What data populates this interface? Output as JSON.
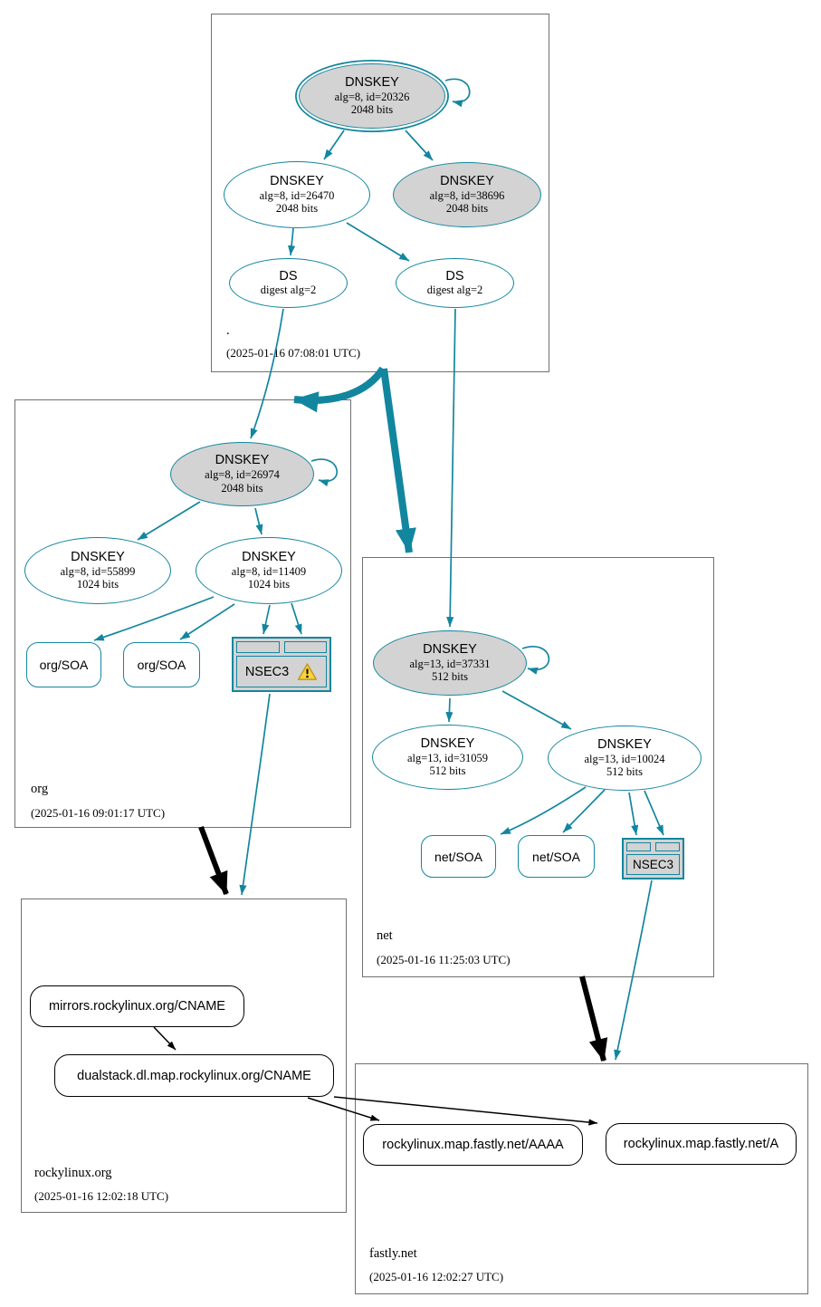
{
  "colors": {
    "secure_teal": "#12869E",
    "node_fill_gray": "#D3D3D3",
    "warning_yellow": "#FBD33A",
    "warning_border": "#C19A1E",
    "zone_box_border": "#707070",
    "black_edge": "#000000"
  },
  "zones": {
    "root": {
      "name": ".",
      "timestamp": "(2025-01-16 07:08:01 UTC)",
      "nodes": {
        "ksk": {
          "title": "DNSKEY",
          "detail1": "alg=8, id=20326",
          "detail2": "2048 bits"
        },
        "zsk": {
          "title": "DNSKEY",
          "detail1": "alg=8, id=26470",
          "detail2": "2048 bits"
        },
        "key38696": {
          "title": "DNSKEY",
          "detail1": "alg=8, id=38696",
          "detail2": "2048 bits"
        },
        "ds_org": {
          "title": "DS",
          "detail1": "digest alg=2"
        },
        "ds_net": {
          "title": "DS",
          "detail1": "digest alg=2"
        }
      }
    },
    "org": {
      "name": "org",
      "timestamp": "(2025-01-16 09:01:17 UTC)",
      "nodes": {
        "ksk": {
          "title": "DNSKEY",
          "detail1": "alg=8, id=26974",
          "detail2": "2048 bits"
        },
        "zsk1": {
          "title": "DNSKEY",
          "detail1": "alg=8, id=55899",
          "detail2": "1024 bits"
        },
        "zsk2": {
          "title": "DNSKEY",
          "detail1": "alg=8, id=11409",
          "detail2": "1024 bits"
        },
        "soa1": {
          "title": "org/SOA"
        },
        "soa2": {
          "title": "org/SOA"
        },
        "nsec3": {
          "title": "NSEC3",
          "has_warning": true
        }
      }
    },
    "net": {
      "name": "net",
      "timestamp": "(2025-01-16 11:25:03 UTC)",
      "nodes": {
        "ksk": {
          "title": "DNSKEY",
          "detail1": "alg=13, id=37331",
          "detail2": "512 bits"
        },
        "zsk1": {
          "title": "DNSKEY",
          "detail1": "alg=13, id=31059",
          "detail2": "512 bits"
        },
        "zsk2": {
          "title": "DNSKEY",
          "detail1": "alg=13, id=10024",
          "detail2": "512 bits"
        },
        "soa1": {
          "title": "net/SOA"
        },
        "soa2": {
          "title": "net/SOA"
        },
        "nsec3": {
          "title": "NSEC3",
          "has_warning": false
        }
      }
    },
    "rockylinux_org": {
      "name": "rockylinux.org",
      "timestamp": "(2025-01-16 12:02:18 UTC)",
      "nodes": {
        "cname_mirrors": {
          "title": "mirrors.rockylinux.org/CNAME"
        },
        "cname_dualstack": {
          "title": "dualstack.dl.map.rockylinux.org/CNAME"
        }
      }
    },
    "fastly_net": {
      "name": "fastly.net",
      "timestamp": "(2025-01-16 12:02:27 UTC)",
      "nodes": {
        "aaaa": {
          "title": "rockylinux.map.fastly.net/AAAA"
        },
        "a": {
          "title": "rockylinux.map.fastly.net/A"
        }
      }
    }
  },
  "edges": [
    {
      "from": "root/DNSKEY-20326",
      "to": "root/DNSKEY-20326",
      "style": "secure",
      "kind": "self-sign"
    },
    {
      "from": "root/DNSKEY-20326",
      "to": "root/DNSKEY-26470",
      "style": "secure"
    },
    {
      "from": "root/DNSKEY-20326",
      "to": "root/DNSKEY-38696",
      "style": "secure"
    },
    {
      "from": "root/DNSKEY-26470",
      "to": "root/DS-org",
      "style": "secure"
    },
    {
      "from": "root/DNSKEY-26470",
      "to": "root/DS-net",
      "style": "secure"
    },
    {
      "from": "root/DS-org",
      "to": "org/DNSKEY-26974",
      "style": "secure"
    },
    {
      "from": "root/DS-net",
      "to": "net/DNSKEY-37331",
      "style": "secure"
    },
    {
      "from": "root",
      "to": "org",
      "style": "secure-bold",
      "kind": "delegation"
    },
    {
      "from": "root",
      "to": "net",
      "style": "secure-bold",
      "kind": "delegation"
    },
    {
      "from": "org/DNSKEY-26974",
      "to": "org/DNSKEY-26974",
      "style": "secure",
      "kind": "self-sign"
    },
    {
      "from": "org/DNSKEY-26974",
      "to": "org/DNSKEY-55899",
      "style": "secure"
    },
    {
      "from": "org/DNSKEY-26974",
      "to": "org/DNSKEY-11409",
      "style": "secure"
    },
    {
      "from": "org/DNSKEY-11409",
      "to": "org/SOA-1",
      "style": "secure"
    },
    {
      "from": "org/DNSKEY-11409",
      "to": "org/SOA-2",
      "style": "secure"
    },
    {
      "from": "org/DNSKEY-11409",
      "to": "org/NSEC3",
      "style": "secure"
    },
    {
      "from": "org/DNSKEY-11409",
      "to": "org/NSEC3",
      "style": "secure"
    },
    {
      "from": "org/NSEC3",
      "to": "rockylinux.org",
      "style": "secure"
    },
    {
      "from": "org",
      "to": "rockylinux.org",
      "style": "black-bold",
      "kind": "delegation"
    },
    {
      "from": "net/DNSKEY-37331",
      "to": "net/DNSKEY-37331",
      "style": "secure",
      "kind": "self-sign"
    },
    {
      "from": "net/DNSKEY-37331",
      "to": "net/DNSKEY-31059",
      "style": "secure"
    },
    {
      "from": "net/DNSKEY-37331",
      "to": "net/DNSKEY-10024",
      "style": "secure"
    },
    {
      "from": "net/DNSKEY-10024",
      "to": "net/SOA-1",
      "style": "secure"
    },
    {
      "from": "net/DNSKEY-10024",
      "to": "net/SOA-2",
      "style": "secure"
    },
    {
      "from": "net/DNSKEY-10024",
      "to": "net/NSEC3",
      "style": "secure"
    },
    {
      "from": "net/DNSKEY-10024",
      "to": "net/NSEC3",
      "style": "secure"
    },
    {
      "from": "net/NSEC3",
      "to": "fastly.net",
      "style": "secure"
    },
    {
      "from": "net",
      "to": "fastly.net",
      "style": "black-bold",
      "kind": "delegation"
    },
    {
      "from": "rockylinux.org/mirrors-CNAME",
      "to": "rockylinux.org/dualstack-CNAME",
      "style": "black",
      "kind": "cname"
    },
    {
      "from": "rockylinux.org/dualstack-CNAME",
      "to": "fastly.net/AAAA",
      "style": "black",
      "kind": "cname"
    },
    {
      "from": "rockylinux.org/dualstack-CNAME",
      "to": "fastly.net/A",
      "style": "black",
      "kind": "cname"
    }
  ]
}
